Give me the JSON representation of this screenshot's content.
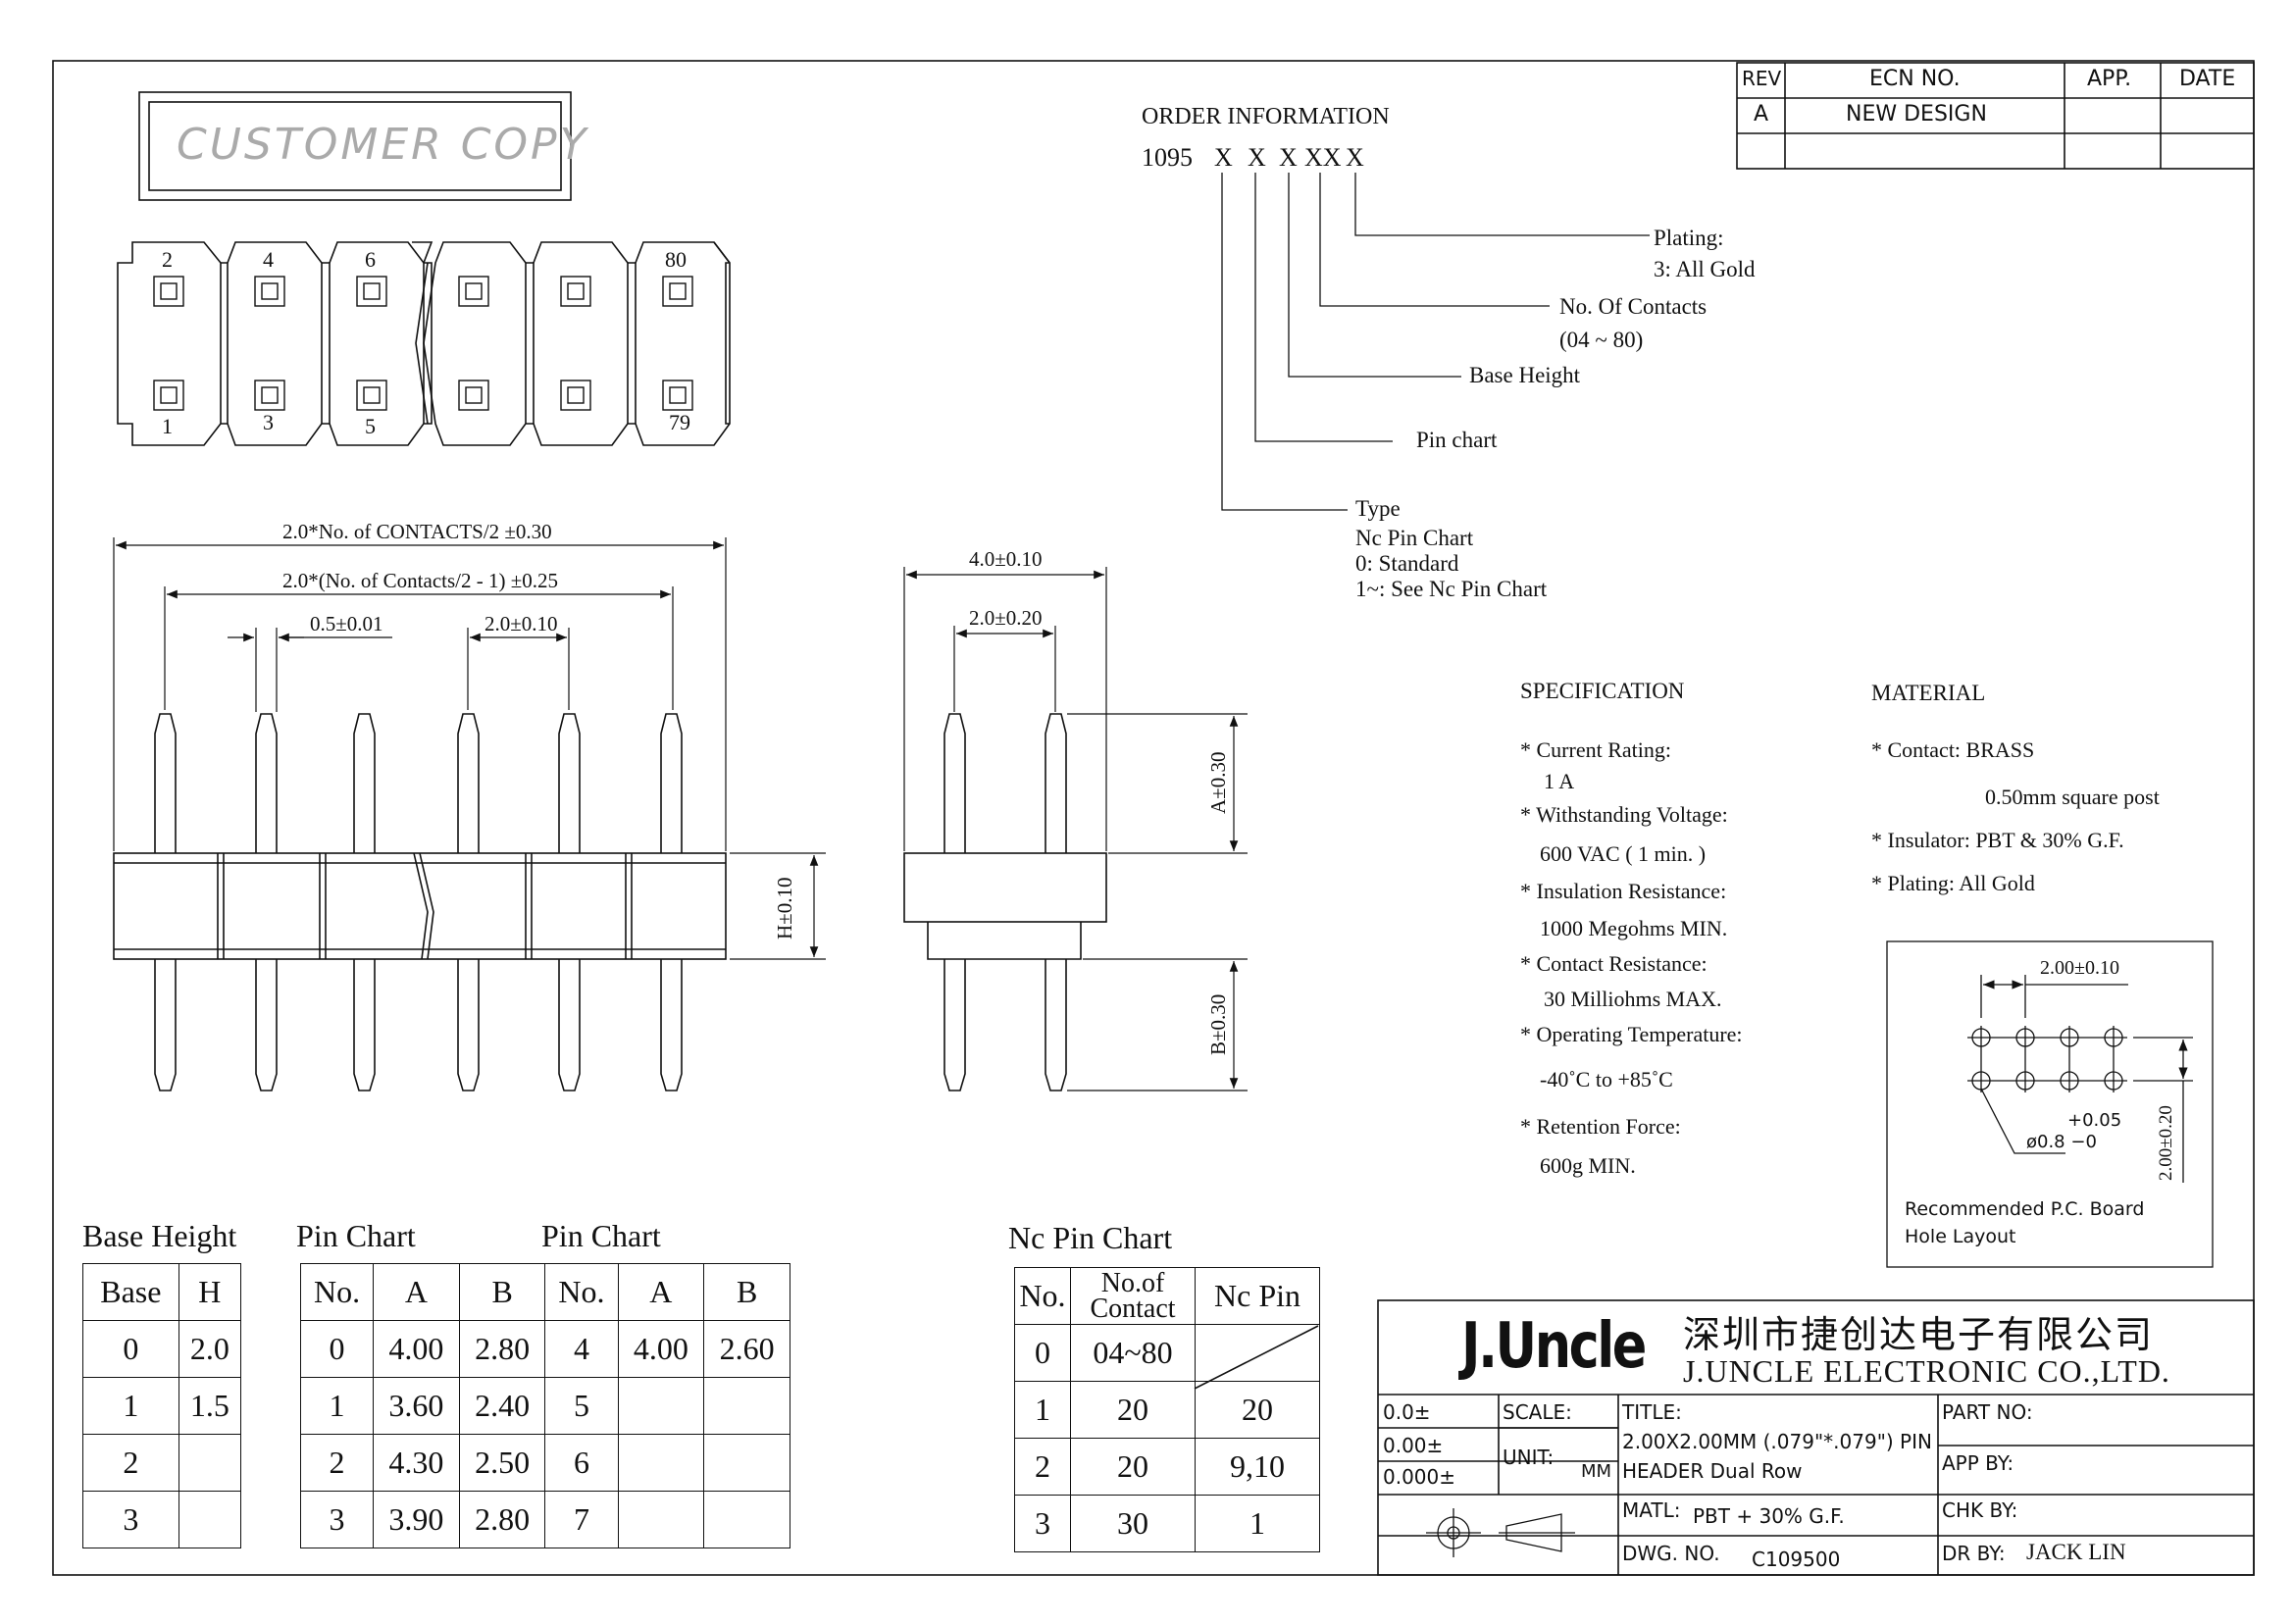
{
  "stamp": {
    "text": "CUSTOMER COPY"
  },
  "revision": {
    "headers": [
      "REV",
      "ECN NO.",
      "APP.",
      "DATE"
    ],
    "rows": [
      [
        "A",
        "NEW DESIGN",
        "",
        ""
      ],
      [
        "",
        "",
        "",
        ""
      ]
    ]
  },
  "order": {
    "title": "ORDER INFORMATION",
    "code": [
      "1095",
      "X",
      "X",
      "X",
      "XX",
      "X"
    ],
    "plating": [
      "Plating:",
      "3: All Gold"
    ],
    "contacts": [
      "No. Of Contacts",
      "(04 ~ 80)"
    ],
    "base_height": "Base Height",
    "pin_chart": "Pin chart",
    "type": [
      "Type",
      "Nc Pin Chart",
      "0: Standard",
      "1~: See Nc Pin Chart"
    ]
  },
  "top_view": {
    "top_numbers": [
      "2",
      "4",
      "6",
      "80"
    ],
    "bottom_numbers": [
      "1",
      "3",
      "5",
      "79"
    ]
  },
  "dimensions": {
    "overall": "2.0*No. of CONTACTS/2 ±0.30",
    "inner": "2.0*(No. of Contacts/2 - 1) ±0.25",
    "pin_width": "0.5±0.01",
    "pitch": "2.0±0.10",
    "height": "H±0.10",
    "side_width": "4.0±0.10",
    "side_pitch": "2.0±0.20",
    "a": "A±0.30",
    "b": "B±0.30"
  },
  "specification": {
    "title": "SPECIFICATION",
    "items": [
      "* Current Rating:",
      "1 A",
      "* Withstanding Voltage:",
      "600 VAC ( 1 min. )",
      "*  Insulation Resistance:",
      "1000 Megohms MIN.",
      "* Contact Resistance:",
      "30 Milliohms MAX.",
      "* Operating Temperature:",
      "-40˚C to +85˚C",
      "* Retention Force:",
      "600g MIN."
    ]
  },
  "material": {
    "title": "MATERIAL",
    "items": [
      "* Contact: BRASS",
      "0.50mm square post",
      "* Insulator: PBT & 30% G.F.",
      "* Plating: All Gold"
    ]
  },
  "pcb": {
    "pitch": "2.00±0.10",
    "row_pitch": "2.00±0.20",
    "tol_plus": "+0.05",
    "hole": "ø0.8 −0",
    "caption": [
      "Recommended P.C. Board",
      "Hole Layout"
    ]
  },
  "base_height_table": {
    "title": "Base Height",
    "headers": [
      "Base",
      "H"
    ],
    "rows": [
      [
        "0",
        "2.0"
      ],
      [
        "1",
        "1.5"
      ],
      [
        "2",
        ""
      ],
      [
        "3",
        ""
      ]
    ]
  },
  "pin_chart_table": {
    "title_left": "Pin Chart",
    "title_right": "Pin Chart",
    "headers": [
      "No.",
      "A",
      "B",
      "No.",
      "A",
      "B"
    ],
    "rows": [
      [
        "0",
        "4.00",
        "2.80",
        "4",
        "4.00",
        "2.60"
      ],
      [
        "1",
        "3.60",
        "2.40",
        "5",
        "",
        ""
      ],
      [
        "2",
        "4.30",
        "2.50",
        "6",
        "",
        ""
      ],
      [
        "3",
        "3.90",
        "2.80",
        "7",
        "",
        ""
      ]
    ]
  },
  "nc_pin_table": {
    "title": "Nc Pin Chart",
    "headers": [
      "No.",
      "No.of Contact",
      "Nc Pin"
    ],
    "rows": [
      [
        "0",
        "04~80",
        ""
      ],
      [
        "1",
        "20",
        "20"
      ],
      [
        "2",
        "20",
        "9,10"
      ],
      [
        "3",
        "30",
        "1"
      ]
    ]
  },
  "title_block": {
    "logo": "J.Uncle",
    "company_cn": "深圳市捷创达电子有限公司",
    "company_en": "J.UNCLE ELECTRONIC CO.,LTD.",
    "tol": [
      "0.0±",
      "0.00±",
      "0.000±"
    ],
    "scale": "SCALE:",
    "unit": "UNIT:",
    "unit_value": "MM",
    "title_label": "TITLE:",
    "title_text": [
      "2.00X2.00MM (.079\"*.079\") PIN",
      "HEADER Dual Row"
    ],
    "part_no": "PART NO:",
    "app_by": "APP BY:",
    "matl_label": "MATL:",
    "matl_value": "PBT + 30% G.F.",
    "chk_by": "CHK BY:",
    "dwg_label": "DWG. NO.",
    "dwg_value": "C109500",
    "dr_by": "DR BY:",
    "dr_value": "JACK LIN"
  }
}
